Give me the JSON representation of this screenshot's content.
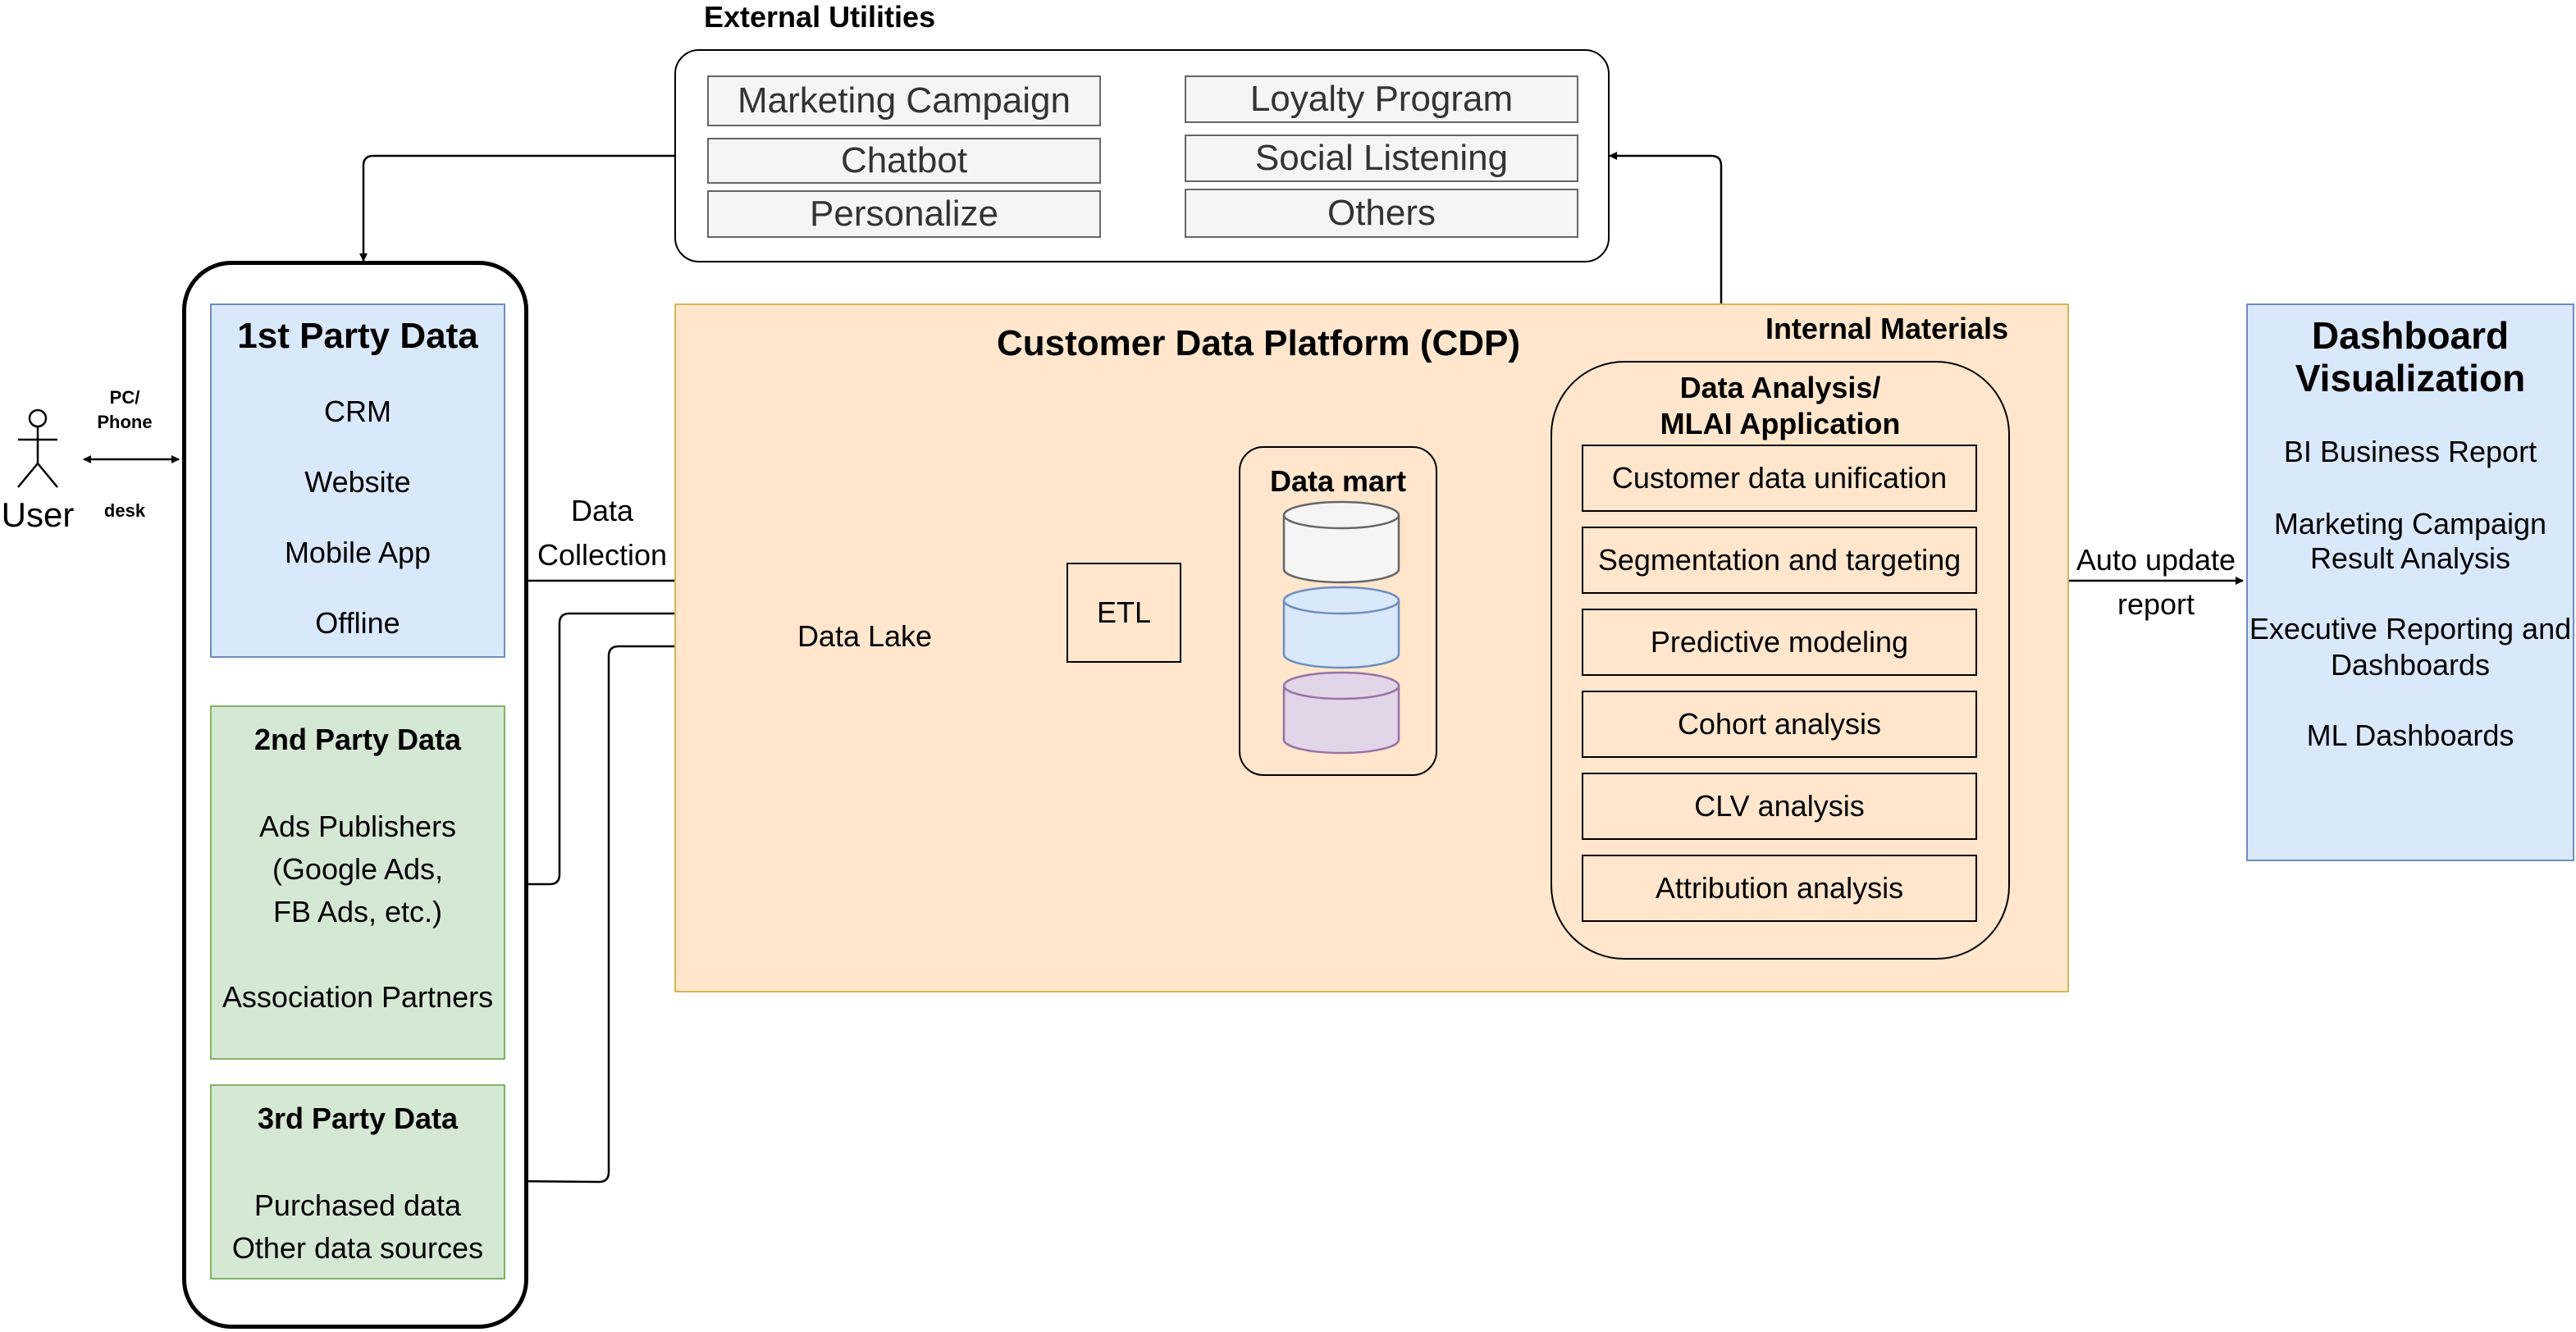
{
  "external": {
    "title": "External Utilities",
    "left": [
      "Marketing Campaign",
      "Chatbot",
      "Personalize"
    ],
    "right": [
      "Loyalty Program",
      "Social Listening",
      "Others"
    ]
  },
  "user": {
    "label": "User",
    "channel_top": "PC/\nPhone",
    "channel_bottom": "desk"
  },
  "first_party": {
    "title": "1st Party Data",
    "items": [
      "CRM",
      "Website",
      "Mobile App",
      "Offline"
    ]
  },
  "second_party": {
    "title": "2nd Party Data",
    "line1": "Ads Publishers",
    "line2": "(Google Ads,",
    "line3": "FB Ads, etc.)",
    "line4": "Association Partners"
  },
  "third_party": {
    "title": "3rd Party Data",
    "line1": "Purchased data",
    "line2": "Other data sources"
  },
  "flow": {
    "collection_line1": "Data",
    "collection_line2": "Collection",
    "report_line1": "Auto update",
    "report_line2": "report"
  },
  "cdp": {
    "title": "Customer Data Platform (CDP)",
    "internal": "Internal Materials",
    "data_lake": "Data Lake",
    "etl": "ETL",
    "data_mart": "Data mart",
    "analysis_title_1": "Data Analysis/",
    "analysis_title_2": "MLAI Application",
    "analysis_items": [
      "Customer data unification",
      "Segmentation and targeting",
      "Predictive modeling",
      "Cohort analysis",
      "CLV analysis",
      "Attribution analysis"
    ],
    "cylinder_colors": [
      "#f5f5f5",
      "#dae8fc",
      "#e1d5e7"
    ],
    "cylinder_strokes": [
      "#666666",
      "#6c8ebf",
      "#9673a6"
    ]
  },
  "dashboard": {
    "title_1": "Dashboard",
    "title_2": "Visualization",
    "item1": "BI Business Report",
    "item2_line1": "Marketing Campaign",
    "item2_line2": "Result Analysis",
    "item3_line1": "Executive Reporting and",
    "item3_line2": "Dashboards",
    "item4": "ML Dashboards"
  }
}
